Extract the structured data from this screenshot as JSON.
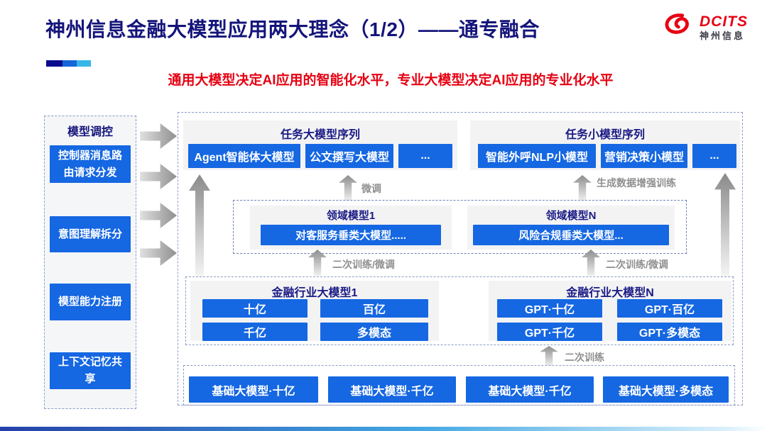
{
  "header": {
    "title": "神州信息金融大模型应用两大理念（1/2）——通专融合",
    "subtitle": "通用大模型决定AI应用的智能化水平，专业大模型决定AI应用的专业化水平",
    "logo": {
      "brand": "DCITS",
      "brand_cn": "神州信息"
    }
  },
  "sidebar": {
    "title": "模型调控",
    "items": [
      "控制器消息路由请求分发",
      "意图理解拆分",
      "模型能力注册",
      "上下文记忆共享"
    ]
  },
  "main": {
    "task_large": {
      "title": "任务大模型序列",
      "boxes": [
        "Agent智能体大模型",
        "公文撰写大模型",
        "..."
      ]
    },
    "task_small": {
      "title": "任务小模型序列",
      "boxes": [
        "智能外呼NLP小模型",
        "营销决策小模型",
        "..."
      ]
    },
    "labels": {
      "finetune": "微调",
      "gen_data": "生成数据增强训练",
      "retrain_left": "二次训练/微调",
      "retrain_right": "二次训练/微调",
      "retrain_bottom": "二次训练"
    },
    "domain": [
      {
        "title": "领域模型1",
        "box": "对客服务垂类大模型....."
      },
      {
        "title": "领域模型N",
        "box": "风险合规垂类大模型..."
      }
    ],
    "industry": [
      {
        "title": "金融行业大模型1",
        "boxes": [
          "十亿",
          "百亿",
          "千亿",
          "多模态"
        ]
      },
      {
        "title": "金融行业大模型N",
        "boxes": [
          "GPT·十亿",
          "GPT·百亿",
          "GPT·千亿",
          "GPT·多模态"
        ]
      }
    ],
    "base": [
      "基础大模型·十亿",
      "基础大模型·千亿",
      "基础大模型·千亿",
      "基础大模型·多模态"
    ]
  },
  "colors": {
    "accent_blue": "#1567E2",
    "navy_text": "#14147B",
    "brand_red": "#E60012",
    "arrow_gray": "#8F8F8F"
  }
}
